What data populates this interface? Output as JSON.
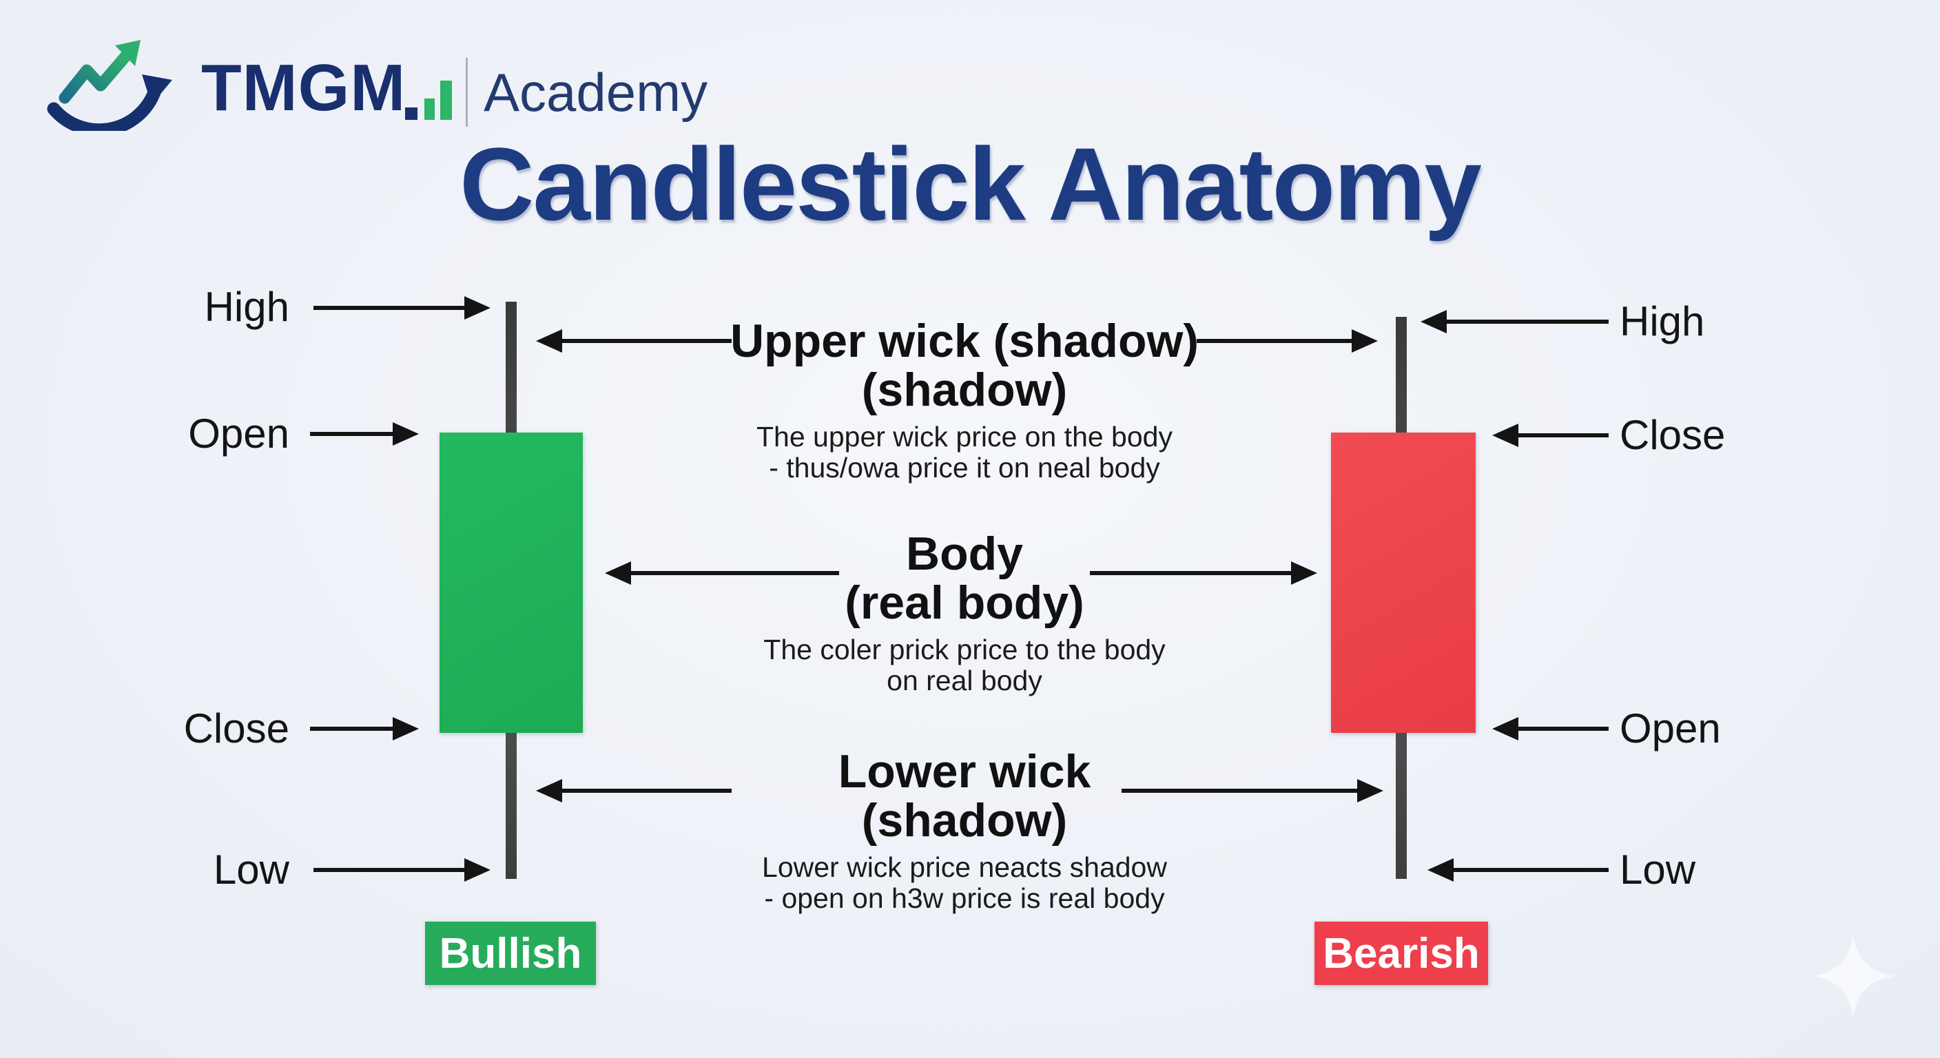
{
  "header": {
    "brand": "TMGM",
    "brand_suffix": "Academy"
  },
  "title": "Candlestick Anatomy",
  "bullish_candle": {
    "labels": {
      "high": "High",
      "open": "Open",
      "close": "Close",
      "low": "Low"
    },
    "badge": "Bullish"
  },
  "bearish_candle": {
    "labels": {
      "high": "High",
      "close": "Close",
      "open": "Open",
      "low": "Low"
    },
    "badge": "Bearish"
  },
  "annotations": {
    "upper_wick": {
      "title_line1": "Upper wick (shadow)",
      "title_line2": "(shadow)",
      "desc_line1": "The upper wick price on the body",
      "desc_line2": "- thus/owa price it on neal body"
    },
    "body": {
      "title_line1": "Body",
      "title_line2": "(real body)",
      "desc_line1": "The coler prick price to the body",
      "desc_line2": "on real body"
    },
    "lower_wick": {
      "title_line1": "Lower wick",
      "title_line2": "(shadow)",
      "desc_line1": "Lower wick price neacts shadow",
      "desc_line2": "- open on h3w price is real body"
    }
  },
  "colors": {
    "navy": "#1e3c82",
    "bullish_green": "#1fb158",
    "bearish_red": "#ee424b",
    "badge_green": "#26ab5b",
    "badge_red": "#ee3f4d",
    "wick_gray": "#474747",
    "text_black": "#141414",
    "background": "#eef1f7"
  }
}
